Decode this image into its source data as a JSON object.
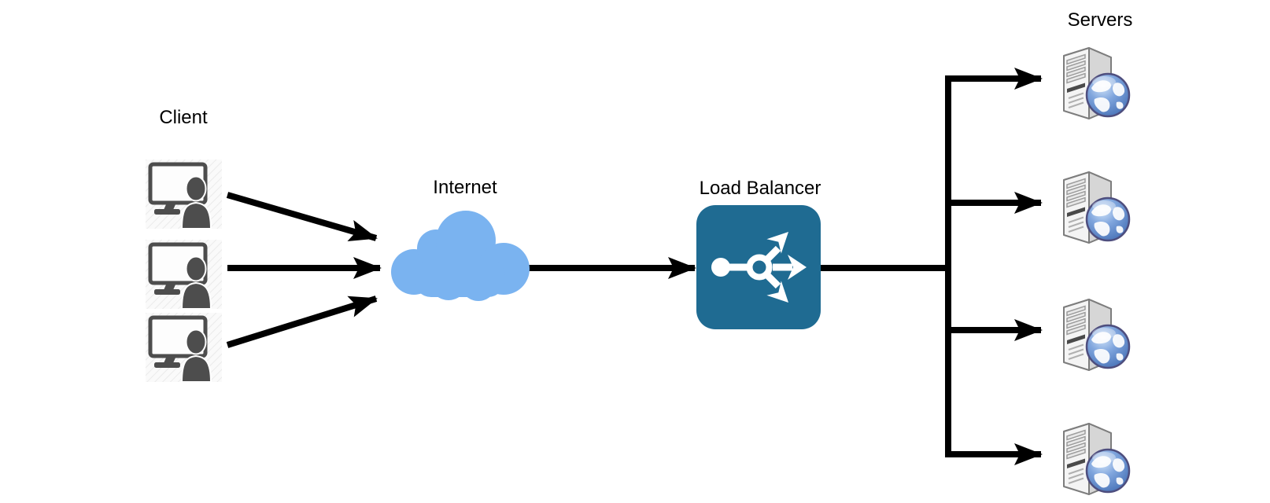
{
  "diagram": {
    "type": "network-architecture",
    "labels": {
      "client": "Client",
      "internet": "Internet",
      "load_balancer": "Load Balancer",
      "servers": "Servers"
    },
    "node_counts": {
      "clients": 3,
      "servers": 4
    },
    "icons": {
      "client": "monitor-user-icon",
      "internet": "cloud-icon",
      "load_balancer": "branch-arrows-icon",
      "server": "tower-server-globe-icon"
    },
    "colors": {
      "cloud_fill": "#7AB3F0",
      "load_balancer_fill": "#1F6B92",
      "load_balancer_icon": "#FFFFFF",
      "client_icon_gray": "#4D4D4D",
      "arrow_black": "#000000",
      "server_body_gray": "#F4F4F4",
      "globe_ocean_blue": "#5B87CC",
      "label_text": "#000000"
    },
    "connections": [
      {
        "from": "client-1",
        "to": "internet",
        "arrow": true
      },
      {
        "from": "client-2",
        "to": "internet",
        "arrow": true
      },
      {
        "from": "client-3",
        "to": "internet",
        "arrow": true
      },
      {
        "from": "internet",
        "to": "load-balancer",
        "arrow": true
      },
      {
        "from": "load-balancer",
        "to": "server-1",
        "arrow": true
      },
      {
        "from": "load-balancer",
        "to": "server-2",
        "arrow": true
      },
      {
        "from": "load-balancer",
        "to": "server-3",
        "arrow": true
      },
      {
        "from": "load-balancer",
        "to": "server-4",
        "arrow": true
      }
    ]
  }
}
